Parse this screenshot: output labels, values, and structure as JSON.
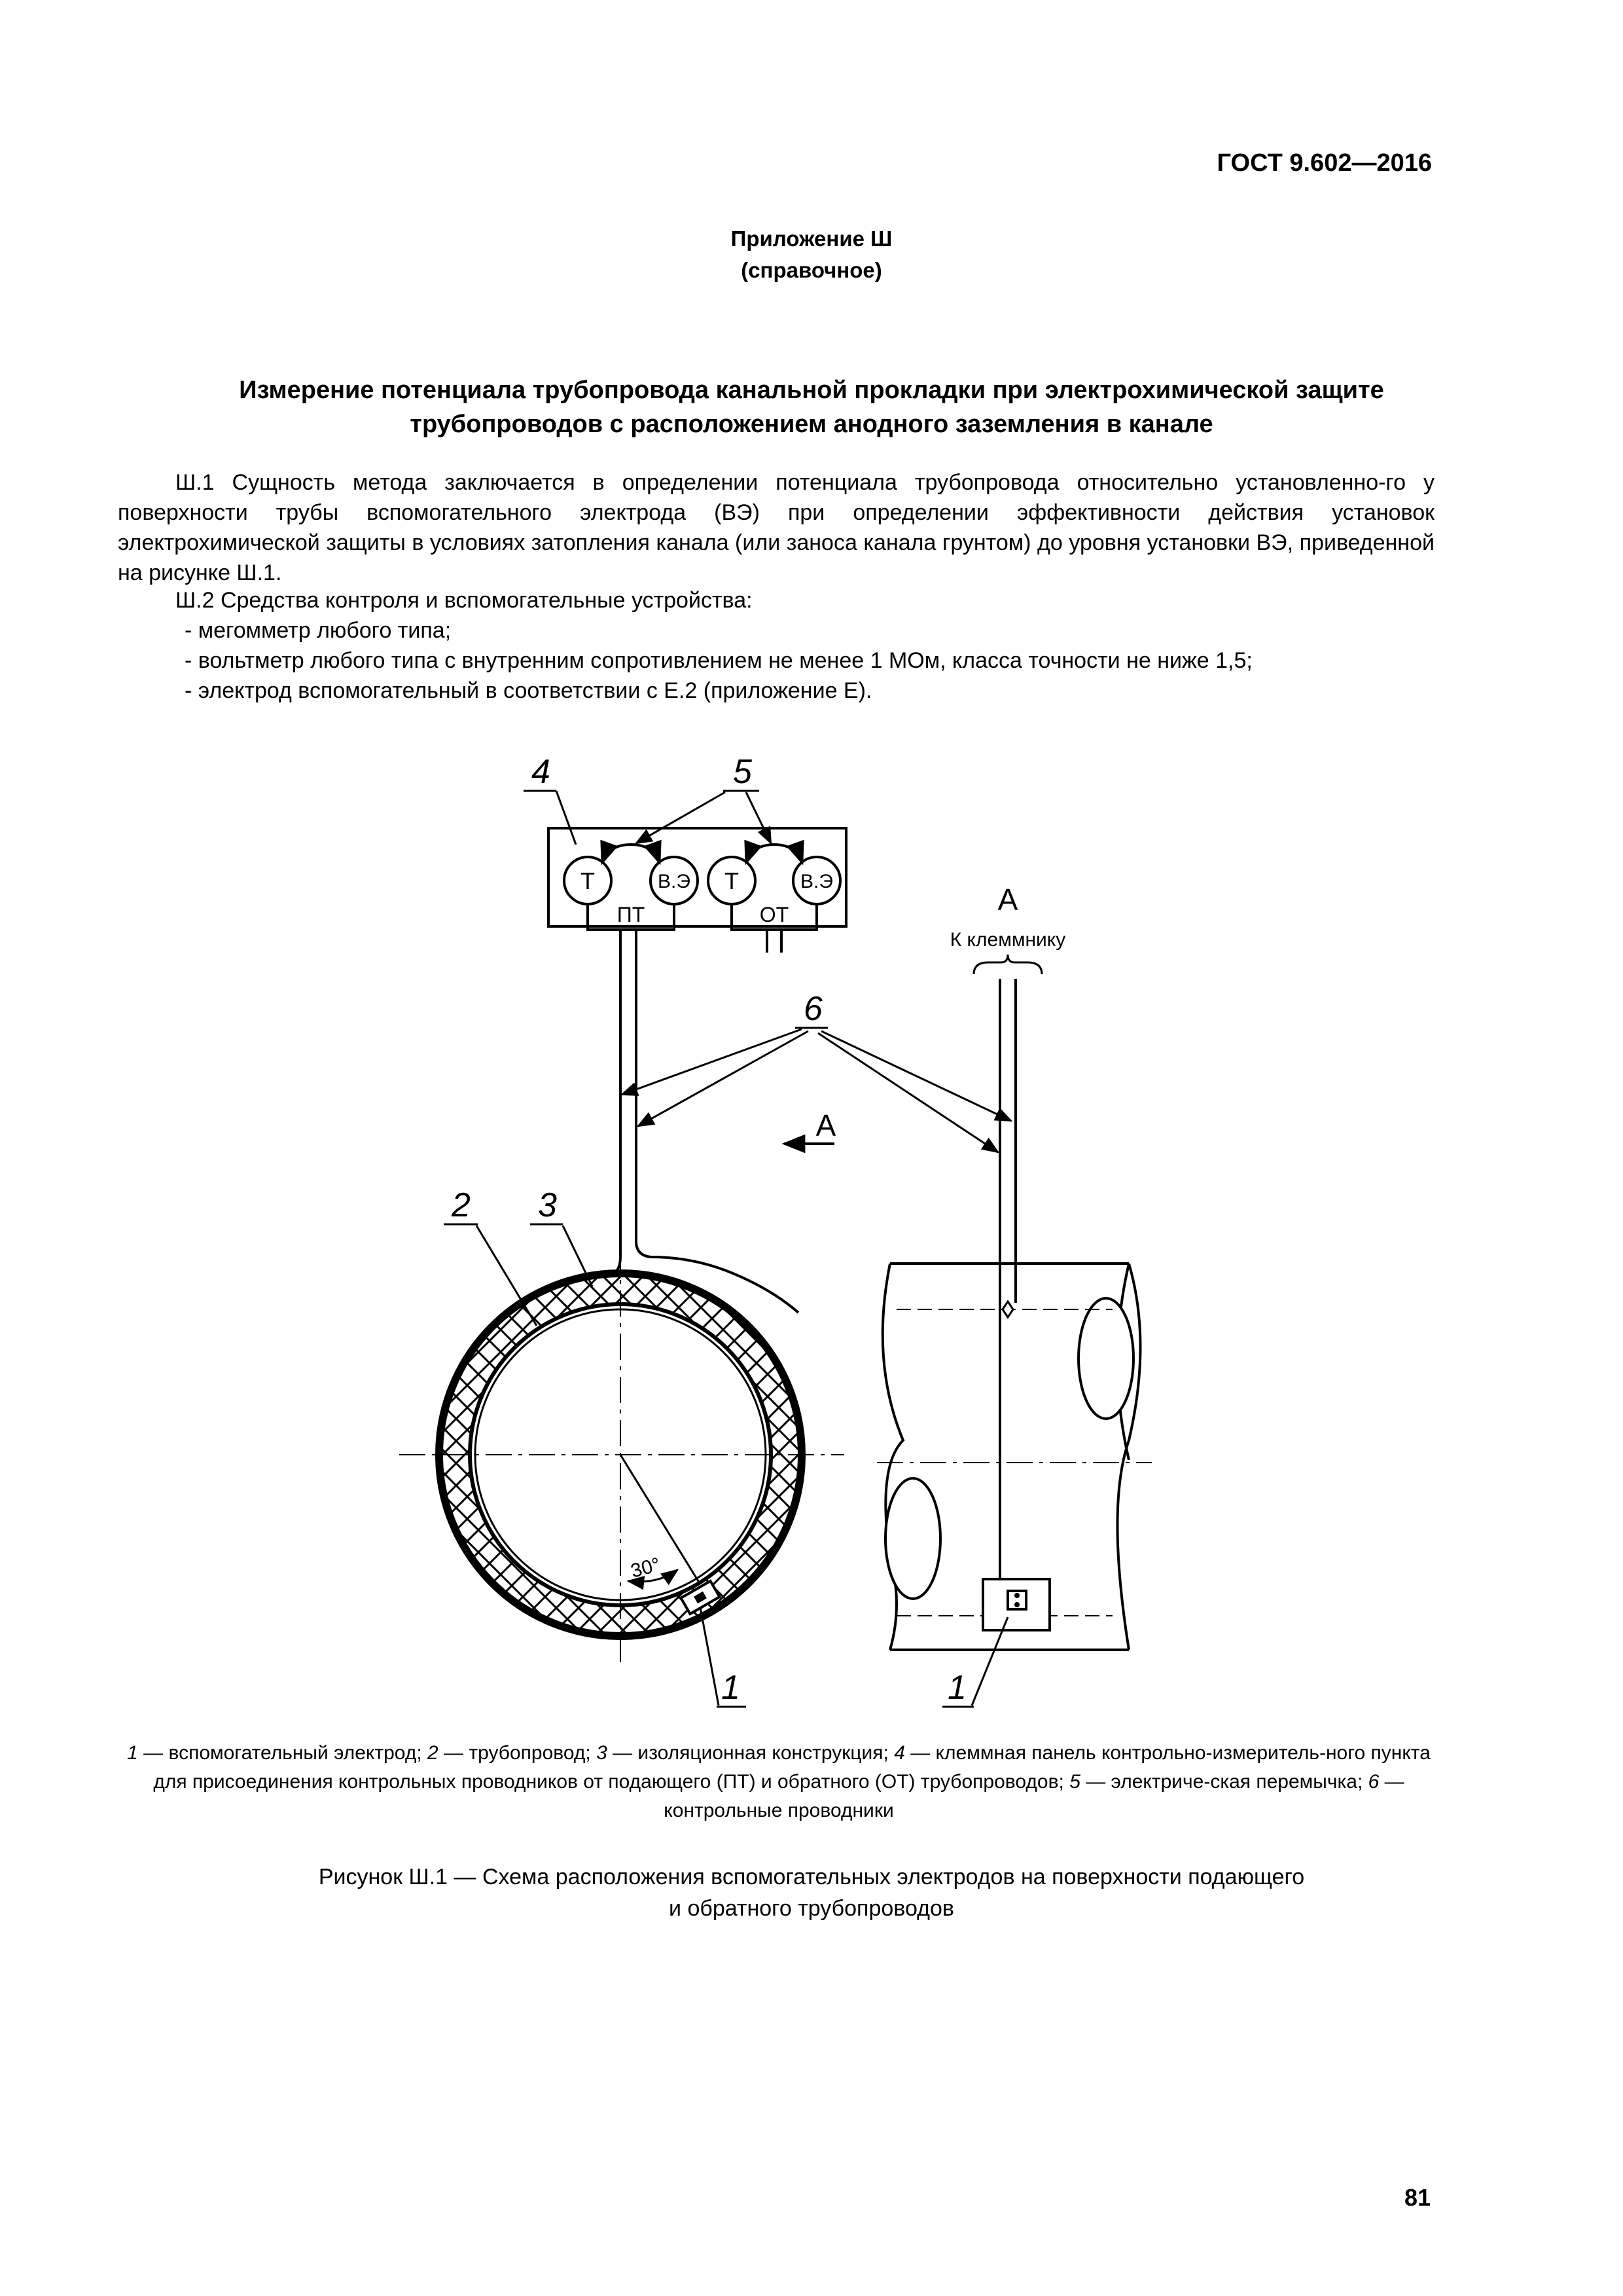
{
  "header": {
    "standard": "ГОСТ 9.602—2016"
  },
  "appendix": {
    "label": "Приложение Ш",
    "type": "(справочное)"
  },
  "title": {
    "line1": "Измерение потенциала трубопровода канальной прокладки при электрохимической защите",
    "line2": "трубопроводов с расположением анодного заземления в канале"
  },
  "paragraphs": {
    "p1": "Ш.1 Сущность метода заключается в определении потенциала трубопровода относительно установленно-го у поверхности трубы вспомогательного электрода (ВЭ) при определении эффективности действия установок электрохимической защиты в условиях затопления канала (или заноса канала грунтом) до уровня установки ВЭ, приведенной на рисунке Ш.1.",
    "p2": "Ш.2 Средства контроля и вспомогательные устройства:"
  },
  "list": [
    "- мегомметр любого типа;",
    "- вольтметр любого типа с внутренним сопротивлением не менее 1 МОм, класса точности не ниже 1,5;",
    "- электрод вспомогательный в соответствии с Е.2 (приложение Е)."
  ],
  "figure": {
    "callouts": {
      "c1": "1",
      "c2": "2",
      "c3": "3",
      "c4": "4",
      "c5": "5",
      "c6": "6"
    },
    "terminals": {
      "t": "Т",
      "ve": "В.Э",
      "pt": "ПТ",
      "ot": "ОТ"
    },
    "view": {
      "letter": "А",
      "note": "К клеммнику"
    },
    "angle": "30°"
  },
  "legend": {
    "n1": "1",
    "t1": " — вспомогательный электрод; ",
    "n2": "2",
    "t2": " — трубопровод; ",
    "n3": "3",
    "t3": " — изоляционная конструкция; ",
    "n4": "4",
    "t4": " — клеммная панель контрольно-измеритель-ного пункта для присоединения контрольных проводников от подающего (ПТ) и обратного (ОТ) трубопроводов; ",
    "n5": "5",
    "t5": " — электриче-ская перемычка; ",
    "n6": "6",
    "t6": " — контрольные проводники"
  },
  "caption": {
    "line1": "Рисунок Ш.1 — Схема расположения вспомогательных электродов на поверхности подающего",
    "line2": "и обратного трубопроводов"
  },
  "page_number": "81"
}
